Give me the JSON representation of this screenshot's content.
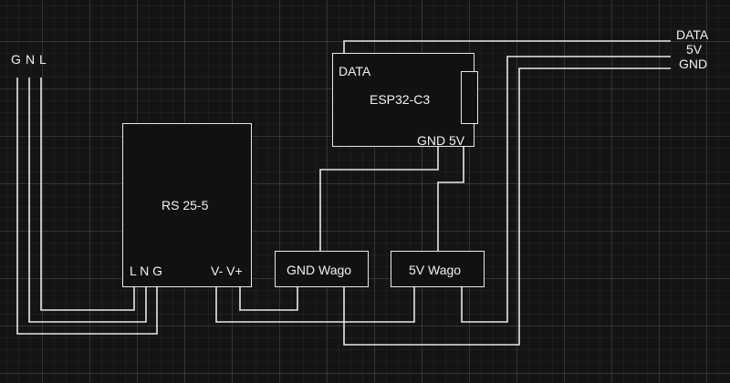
{
  "diagram": {
    "input_labels": {
      "g": "G",
      "n": "N",
      "l": "L"
    },
    "power_supply": {
      "title": "RS 25-5",
      "pins_ac": "L N G",
      "pins_dc": "V- V+"
    },
    "controller": {
      "title": "ESP32-C3",
      "pin_data": "DATA",
      "pins_power": "GND 5V"
    },
    "gnd_wago": {
      "title": "GND Wago"
    },
    "v5_wago": {
      "title": "5V Wago"
    },
    "outputs": {
      "data": "DATA",
      "v5": "5V",
      "gnd": "GND"
    },
    "colors": {
      "background": "#141414",
      "line": "#e8e8e8",
      "text": "#f2f2f2"
    }
  }
}
